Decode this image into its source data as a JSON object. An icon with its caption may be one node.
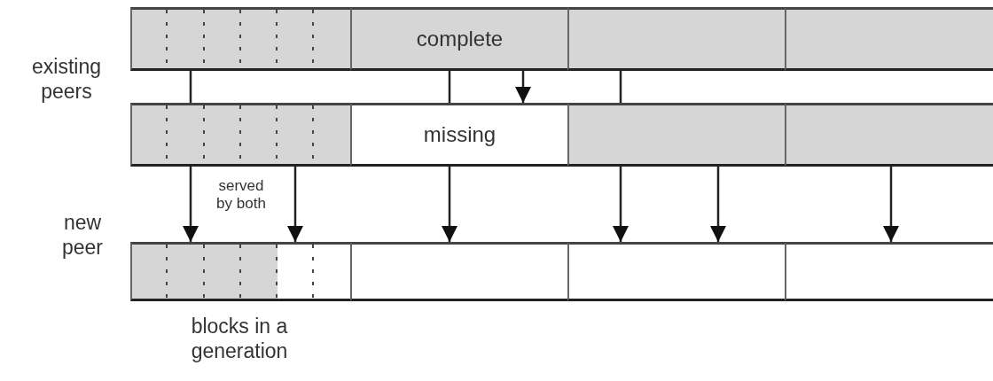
{
  "diagram": {
    "nodes": [
      {
        "text": [],
        "shape": "box"
      },
      {
        "text": [
          "complete"
        ]
      },
      {
        "text": [],
        "shape": "box"
      },
      {
        "text": [],
        "shape": "box"
      },
      {
        "text": [],
        "shape": "box"
      },
      {
        "text": [
          "missing"
        ]
      },
      {
        "text": [],
        "shape": "box"
      },
      {
        "text": [],
        "shape": "box"
      },
      {
        "text": [],
        "shape": "box"
      },
      {
        "text": [],
        "shape": "box"
      },
      {
        "text": [],
        "shape": "box"
      },
      {
        "text": [],
        "shape": "box"
      }
    ],
    "edges": [
      {
        "from": 0,
        "to": 4,
        "arrow": "none"
      },
      {
        "from": 4,
        "to": 8,
        "arrow": "to"
      },
      {
        "from": 1,
        "to": 5,
        "arrow": "to"
      },
      {
        "from": 1,
        "to": 5,
        "arrow": "none"
      },
      {
        "from": 5,
        "to": 9,
        "arrow": "to"
      },
      {
        "from": 2,
        "to": 6,
        "arrow": "none"
      },
      {
        "from": 6,
        "to": 10,
        "arrow": "to"
      },
      {
        "from": 4,
        "to": 8,
        "arrow": "to"
      },
      {
        "from": 6,
        "to": 10,
        "arrow": "to"
      },
      {
        "from": 7,
        "to": 11,
        "arrow": "to"
      }
    ],
    "labels": [
      "existing peers",
      "served by both",
      "new peer",
      "blocks in a generation"
    ]
  }
}
